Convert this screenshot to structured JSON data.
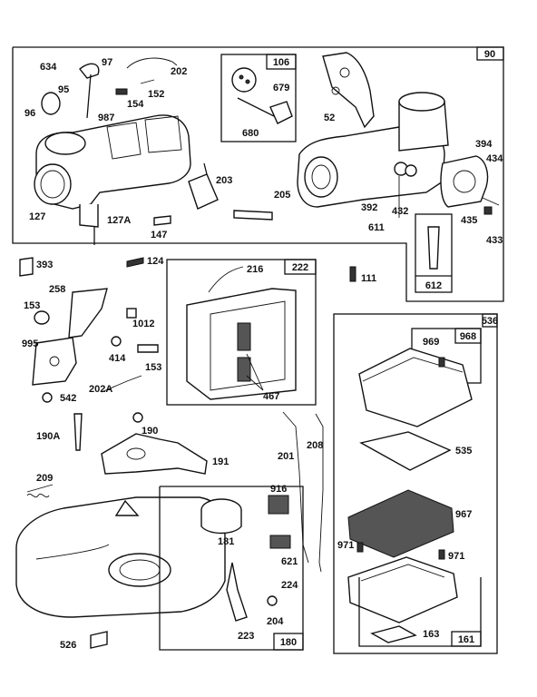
{
  "callouts": {
    "c90": "90",
    "c106": "106",
    "c222": "222",
    "c612": "612",
    "c536": "536",
    "c968": "968",
    "c180": "180",
    "c161": "161",
    "c634": "634",
    "c97": "97",
    "c202": "202",
    "c95": "95",
    "c152": "152",
    "c154": "154",
    "c96": "96",
    "c987": "987",
    "c127": "127",
    "c127A": "127A",
    "c147": "147",
    "c203": "203",
    "c205": "205",
    "c679": "679",
    "c680": "680",
    "c52": "52",
    "c394": "394",
    "c434": "434",
    "c392": "392",
    "c432": "432",
    "c611": "611",
    "c435": "435",
    "c433": "433",
    "c393": "393",
    "c124": "124",
    "c216": "216",
    "c111": "111",
    "c258": "258",
    "c153a": "153",
    "c1012": "1012",
    "c995": "995",
    "c414": "414",
    "c153b": "153",
    "c202A": "202A",
    "c542": "542",
    "c190A": "190A",
    "c190": "190",
    "c467": "467",
    "c191": "191",
    "c201": "201",
    "c208": "208",
    "c209": "209",
    "c916": "916",
    "c181": "181",
    "c621": "621",
    "c224": "224",
    "c204": "204",
    "c223": "223",
    "c526": "526",
    "c969": "969",
    "c535": "535",
    "c967": "967",
    "c971a": "971",
    "c971b": "971",
    "c163": "163"
  }
}
